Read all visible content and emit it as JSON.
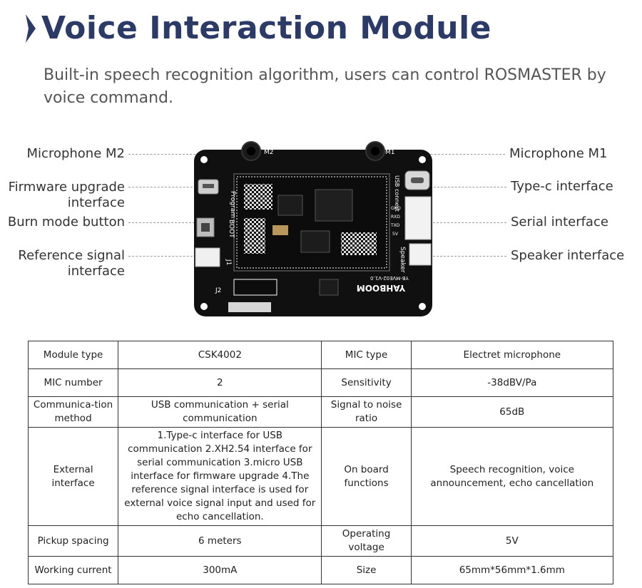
{
  "header": {
    "title": "Voice Interaction Module",
    "subtitle": "Built-in speech recognition algorithm, users can control ROSMASTER by voice command."
  },
  "callouts": {
    "left": [
      {
        "line1": "Microphone M2",
        "line2": ""
      },
      {
        "line1": "Firmware upgrade",
        "line2": "interface"
      },
      {
        "line1": "Burn mode button",
        "line2": ""
      },
      {
        "line1": "Reference signal",
        "line2": "interface"
      }
    ],
    "right": [
      "Microphone M1",
      "Type-c interface",
      "Serial interface",
      "Speaker interface"
    ]
  },
  "board": {
    "labels": {
      "program": "Program",
      "boot": "BOOT",
      "usb": "USB connect",
      "speaker": "Speaker",
      "j1": "J1",
      "j2": "J2",
      "m1": "M1",
      "m2": "M2",
      "brand": "YAHBOOM",
      "model": "YB-MVE02-V1.0",
      "pins": [
        "GND",
        "RXD",
        "TXD",
        "5V"
      ]
    }
  },
  "table": {
    "rows": [
      [
        "Module type",
        "CSK4002",
        "MIC type",
        "Electret microphone"
      ],
      [
        "MIC number",
        "2",
        "Sensitivity",
        "-38dBV/Pa"
      ],
      [
        "Communica-tion method",
        "USB communication + serial communication",
        "Signal to noise ratio",
        "65dB"
      ],
      [
        "External interface",
        "1.Type-c interface for USB communication 2.XH2.54 interface for serial communication 3.micro USB interface for firmware upgrade 4.The reference signal interface is used for external voice signal input and used for echo cancellation.",
        "On board functions",
        "Speech recognition, voice announcement, echo cancellation"
      ],
      [
        "Pickup spacing",
        "6 meters",
        "Operating voltage",
        "5V"
      ],
      [
        "Working current",
        "300mA",
        "Size",
        "65mm*56mm*1.6mm"
      ]
    ]
  },
  "colors": {
    "title": "#2b3a67",
    "board": "#111111",
    "silk": "#ffffff"
  }
}
